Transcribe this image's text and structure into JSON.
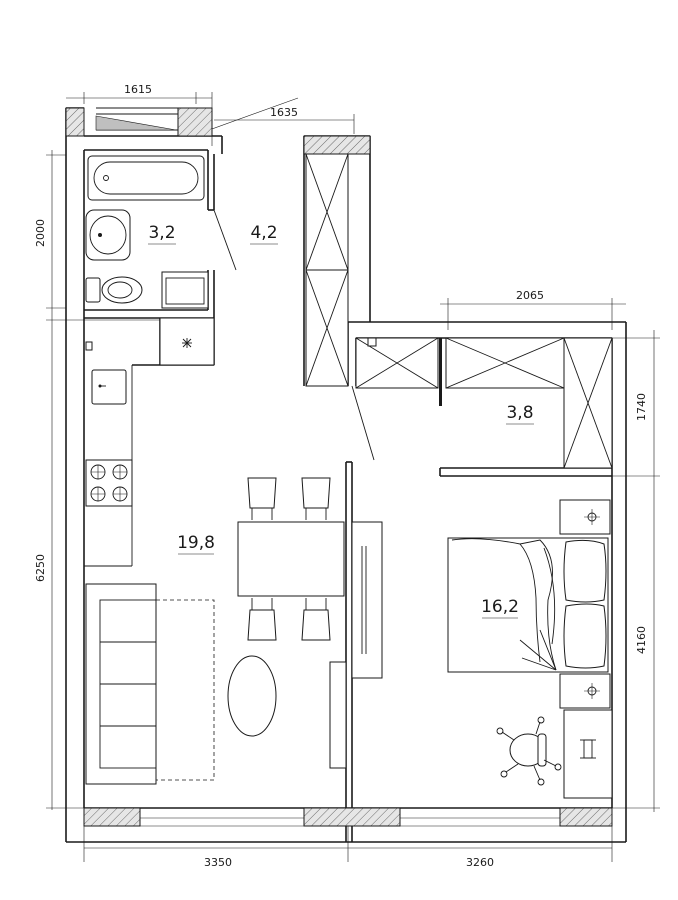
{
  "dimensions": {
    "bath_width": "1615",
    "hall_width": "1635",
    "wardrobe_width": "2065",
    "bath_height": "2000",
    "main_height": "6250",
    "wardrobe_height": "1740",
    "bedroom_height": "4160",
    "left_width": "3350",
    "right_width": "3260"
  },
  "rooms": {
    "bathroom_area": "3,2",
    "hall_area": "4,2",
    "wardrobe_area": "3,8",
    "living_area": "19,8",
    "bedroom_area": "16,2"
  },
  "colors": {
    "line": "#1a1a1a",
    "background": "#ffffff"
  }
}
